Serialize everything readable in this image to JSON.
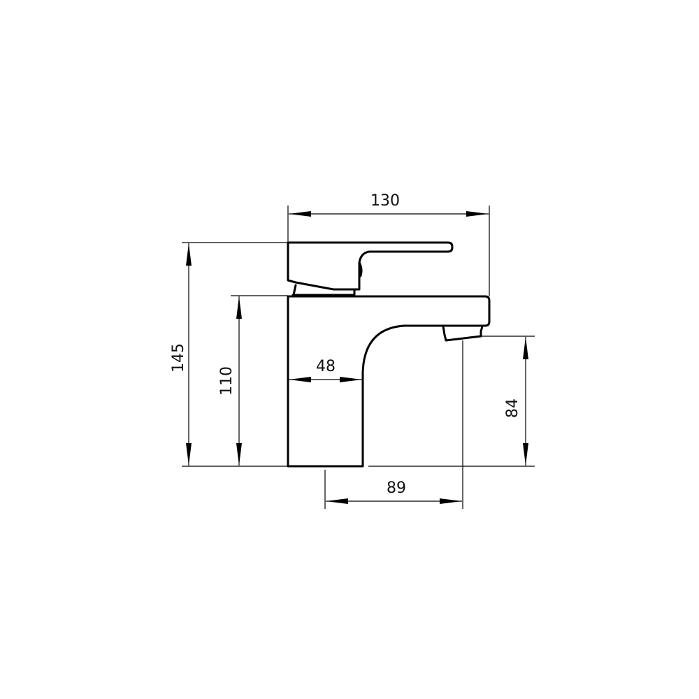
{
  "drawing": {
    "subject": "Basin mixer tap side elevation",
    "units": "mm",
    "stroke_color": "#000000",
    "background": "#ffffff"
  },
  "dimensions": {
    "overall_depth": {
      "label": "130",
      "orientation": "horizontal"
    },
    "overall_height": {
      "label": "145",
      "orientation": "vertical"
    },
    "body_height": {
      "label": "110",
      "orientation": "vertical"
    },
    "base_width": {
      "label": "48",
      "orientation": "horizontal"
    },
    "spout_projection": {
      "label": "89",
      "orientation": "horizontal"
    },
    "spout_outlet_height": {
      "label": "84",
      "orientation": "vertical"
    }
  }
}
